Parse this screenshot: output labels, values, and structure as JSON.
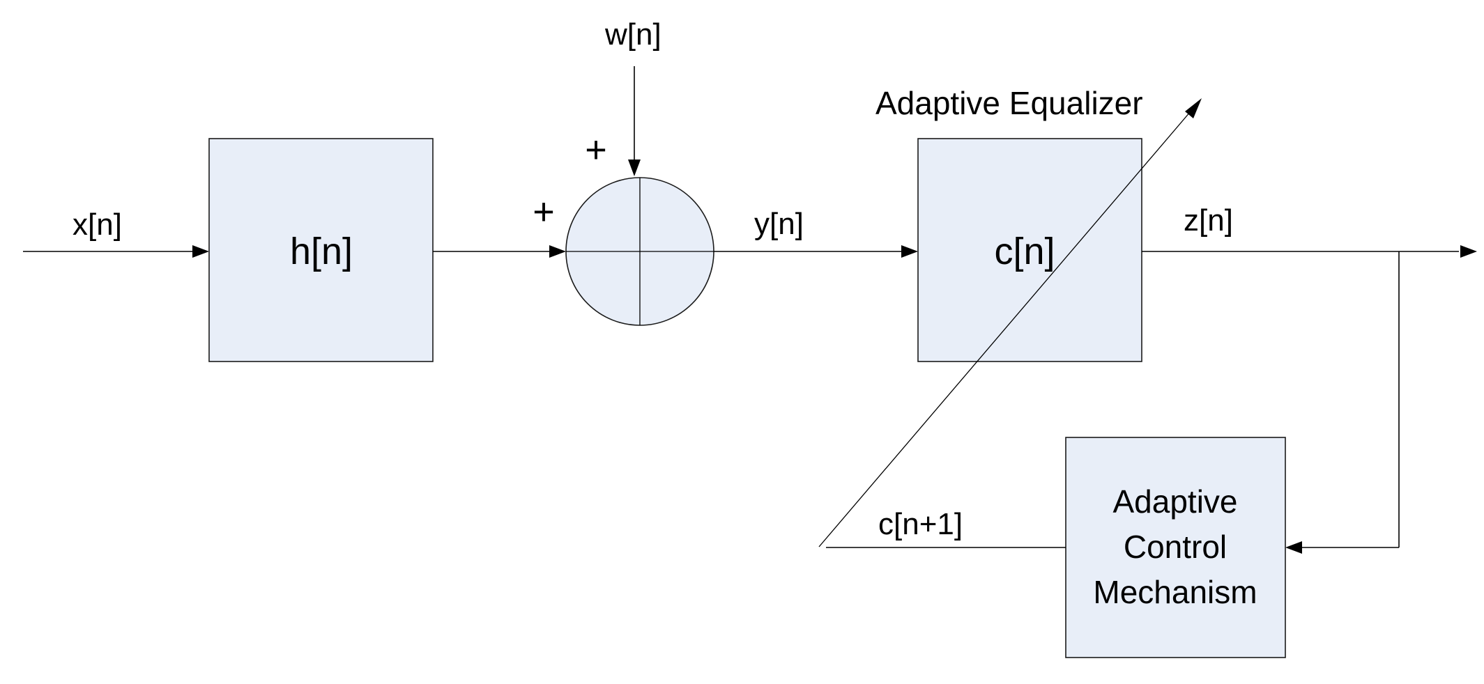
{
  "signals": {
    "input": "x[n]",
    "noise": "w[n]",
    "channel_output": "y[n]",
    "equalizer_output": "z[n]",
    "updated_coefficients": "c[n+1]"
  },
  "blocks": {
    "channel": "h[n]",
    "equalizer": "c[n]",
    "control_line1": "Adaptive",
    "control_line2": "Control",
    "control_line3": "Mechanism"
  },
  "annotations": {
    "equalizer_title": "Adaptive Equalizer"
  },
  "summer": {
    "sign_top": "+",
    "sign_left": "+"
  },
  "colors": {
    "block_fill": "#e8eef8",
    "line": "#000000"
  }
}
